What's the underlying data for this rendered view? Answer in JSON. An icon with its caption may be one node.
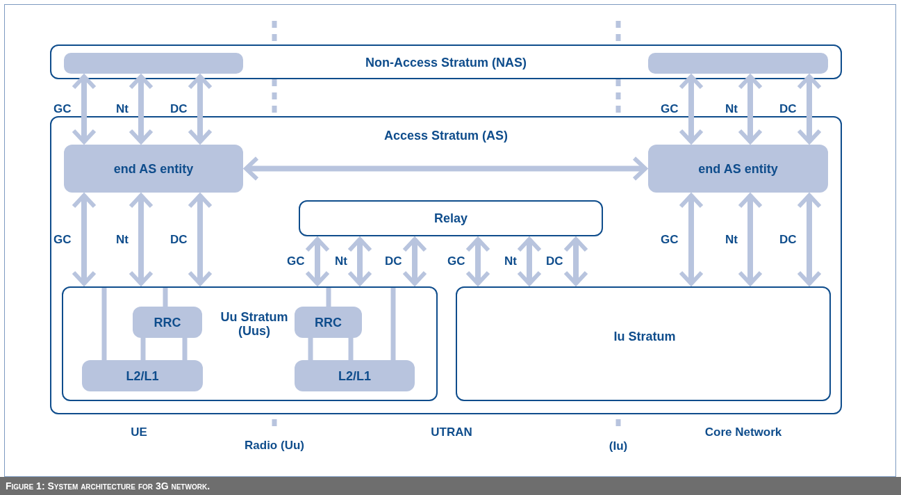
{
  "diagram": {
    "caption": "Figure 1: System architecture for 3G network.",
    "nodes": [
      {
        "text": [
          "Non-Access Stratum (NAS)"
        ]
      },
      {
        "text": [],
        "shape": "box",
        "in": 0
      },
      {
        "text": [],
        "shape": "box",
        "in": 0
      },
      {
        "text": [
          "Access Stratum (AS)"
        ]
      },
      {
        "text": [
          "end AS entity"
        ],
        "in": 3
      },
      {
        "text": [
          "end AS entity"
        ],
        "in": 3
      },
      {
        "text": [
          "Relay"
        ],
        "in": 3
      },
      {
        "text": [
          "Uu Stratum (Uus)"
        ],
        "in": 3
      },
      {
        "text": [
          "RRC"
        ],
        "in": 7
      },
      {
        "text": [
          "L2/L1"
        ],
        "in": 7
      },
      {
        "text": [
          "RRC"
        ],
        "in": 7
      },
      {
        "text": [
          "L2/L1"
        ],
        "in": 7
      },
      {
        "text": [
          "Iu Stratum"
        ],
        "in": 3
      }
    ],
    "edges": [
      {
        "from": 1,
        "to": 4,
        "arrow": "both",
        "label": "GC"
      },
      {
        "from": 1,
        "to": 4,
        "arrow": "both",
        "label": "Nt"
      },
      {
        "from": 1,
        "to": 4,
        "arrow": "both",
        "label": "DC"
      },
      {
        "from": 2,
        "to": 5,
        "arrow": "both",
        "label": "GC"
      },
      {
        "from": 2,
        "to": 5,
        "arrow": "both",
        "label": "Nt"
      },
      {
        "from": 2,
        "to": 5,
        "arrow": "both",
        "label": "DC"
      },
      {
        "from": 4,
        "to": 5,
        "arrow": "both"
      },
      {
        "from": 4,
        "to": 7,
        "arrow": "both",
        "label": "GC"
      },
      {
        "from": 4,
        "to": 7,
        "arrow": "both",
        "label": "Nt"
      },
      {
        "from": 4,
        "to": 7,
        "arrow": "both",
        "label": "DC"
      },
      {
        "from": 6,
        "to": 7,
        "arrow": "both",
        "label": "GC"
      },
      {
        "from": 6,
        "to": 7,
        "arrow": "both",
        "label": "Nt"
      },
      {
        "from": 6,
        "to": 7,
        "arrow": "both",
        "label": "DC"
      },
      {
        "from": 6,
        "to": 12,
        "arrow": "both",
        "label": "GC"
      },
      {
        "from": 6,
        "to": 12,
        "arrow": "both",
        "label": "Nt"
      },
      {
        "from": 6,
        "to": 12,
        "arrow": "both",
        "label": "DC"
      },
      {
        "from": 5,
        "to": 12,
        "arrow": "both",
        "label": "GC"
      },
      {
        "from": 5,
        "to": 12,
        "arrow": "both",
        "label": "Nt"
      },
      {
        "from": 5,
        "to": 12,
        "arrow": "both",
        "label": "DC"
      },
      {
        "from": 7,
        "to": 9,
        "arrow": "none"
      },
      {
        "from": 7,
        "to": 8,
        "arrow": "none"
      },
      {
        "from": 8,
        "to": 9,
        "arrow": "none"
      },
      {
        "from": 8,
        "to": 9,
        "arrow": "none"
      },
      {
        "from": 7,
        "to": 10,
        "arrow": "none"
      },
      {
        "from": 10,
        "to": 11,
        "arrow": "none"
      },
      {
        "from": 10,
        "to": 11,
        "arrow": "none"
      },
      {
        "from": 7,
        "to": 11,
        "arrow": "none"
      }
    ],
    "labels": [
      "UE",
      "Radio (Uu)",
      "UTRAN",
      "(Iu)",
      "Core Network"
    ]
  }
}
